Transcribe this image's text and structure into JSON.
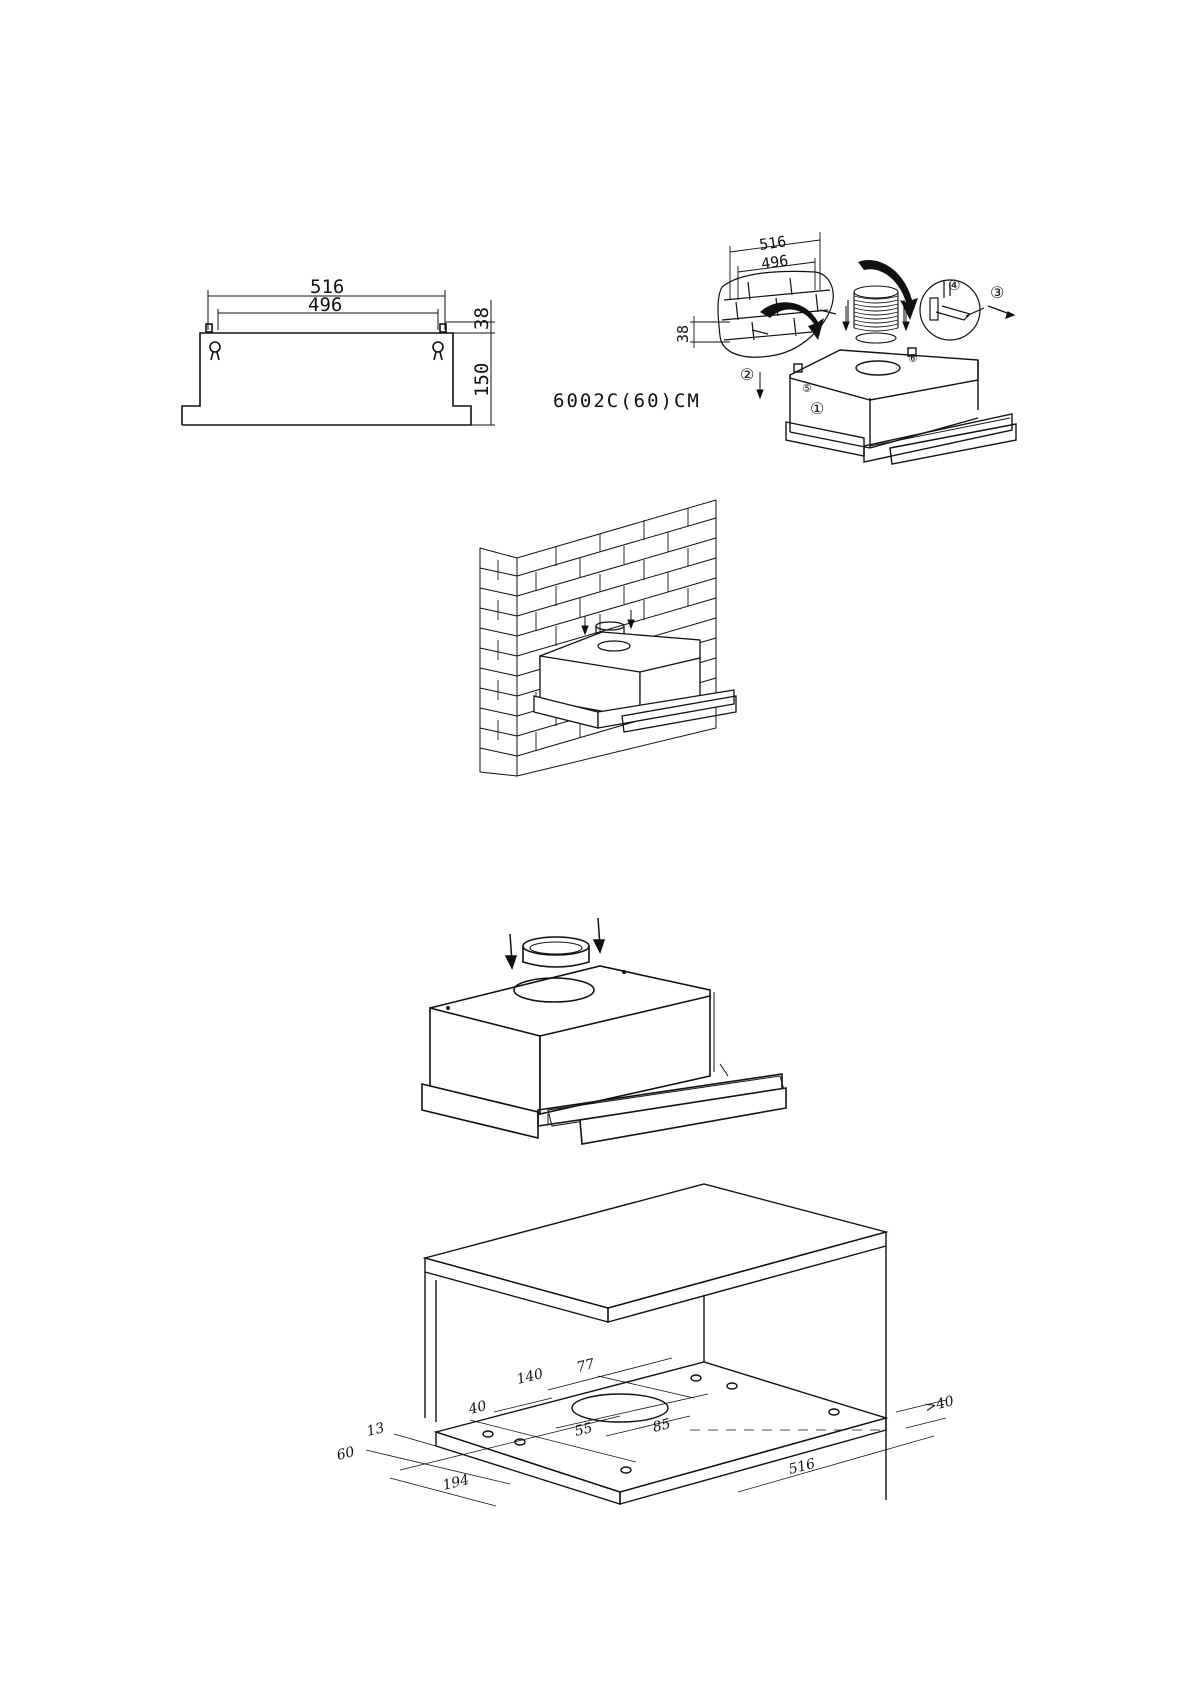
{
  "figure1": {
    "dim_outer": "516",
    "dim_inner": "496",
    "dim_top": "38",
    "dim_height": "150"
  },
  "model_label": "6002C(60)CM",
  "figure2": {
    "dim_outer": "516",
    "dim_inner": "496",
    "dim_side": "38",
    "steps": [
      "①",
      "②",
      "③",
      "④",
      "⑤",
      "⑥"
    ]
  },
  "figure5": {
    "labels": {
      "d140": "140",
      "d77": "77",
      "d40a": "40",
      "d13": "13",
      "d55": "55",
      "d85": "85",
      "d60": "60",
      "d194": "194",
      "d516": "516",
      "d40b": ">40"
    }
  }
}
